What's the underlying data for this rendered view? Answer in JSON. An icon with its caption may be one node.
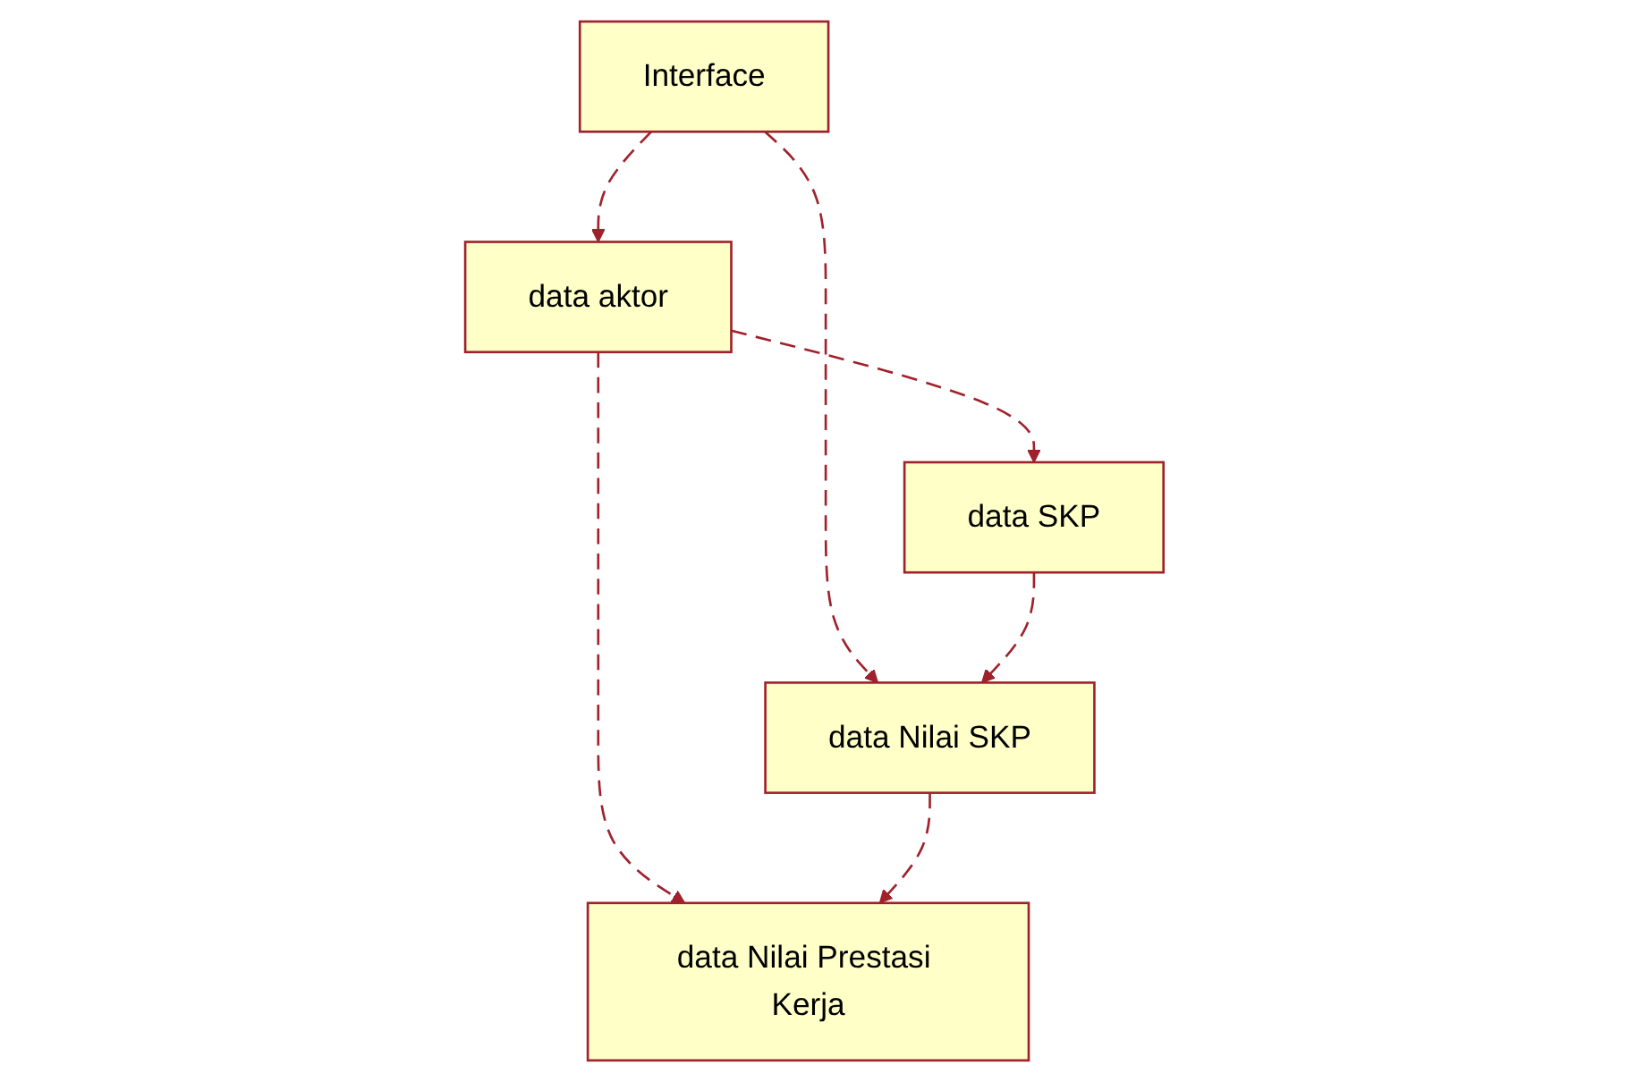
{
  "diagram": {
    "nodes": [
      {
        "text": [
          "Interface"
        ]
      },
      {
        "text": [
          "data aktor"
        ]
      },
      {
        "text": [
          "data SKP"
        ]
      },
      {
        "text": [
          "data Nilai SKP"
        ]
      },
      {
        "text": [
          "data Nilai Prestasi Kerja"
        ]
      }
    ],
    "edges": [
      {
        "from": 0,
        "to": 1,
        "arrow": "to",
        "style": "dashed"
      },
      {
        "from": 0,
        "to": 3,
        "arrow": "to",
        "style": "dashed"
      },
      {
        "from": 1,
        "to": 2,
        "arrow": "to",
        "style": "dashed"
      },
      {
        "from": 2,
        "to": 3,
        "arrow": "to",
        "style": "dashed"
      },
      {
        "from": 1,
        "to": 4,
        "arrow": "to",
        "style": "dashed"
      },
      {
        "from": 3,
        "to": 4,
        "arrow": "to",
        "style": "dashed"
      }
    ]
  }
}
